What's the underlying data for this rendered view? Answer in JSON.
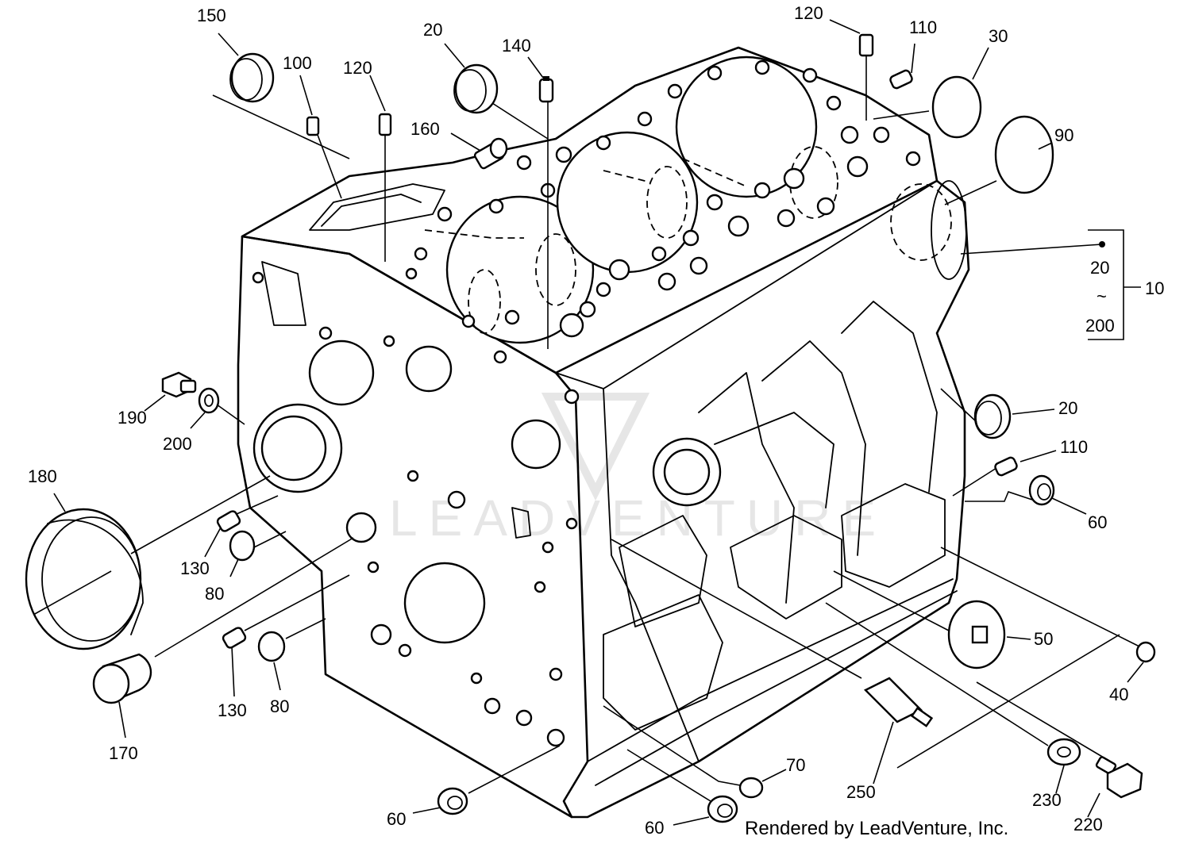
{
  "callouts": {
    "c150": "150",
    "c100": "100",
    "c120a": "120",
    "c20a": "20",
    "c140": "140",
    "c120b": "120",
    "c110a": "110",
    "c30": "30",
    "c160": "160",
    "c90": "90",
    "c10": "10",
    "c20b": "20",
    "c200b": "200",
    "c20c": "20",
    "c110b": "110",
    "c60a": "60",
    "c190": "190",
    "c200a": "200",
    "c180": "180",
    "c130a": "130",
    "c80a": "80",
    "c130b": "130",
    "c80b": "80",
    "c170": "170",
    "c50": "50",
    "c40": "40",
    "c250": "250",
    "c70": "70",
    "c230": "230",
    "c220": "220",
    "c60b": "60",
    "c60c": "60"
  },
  "range_symbol": "~",
  "watermark": "LEADVENTURE",
  "credit": "Rendered by LeadVenture, Inc."
}
